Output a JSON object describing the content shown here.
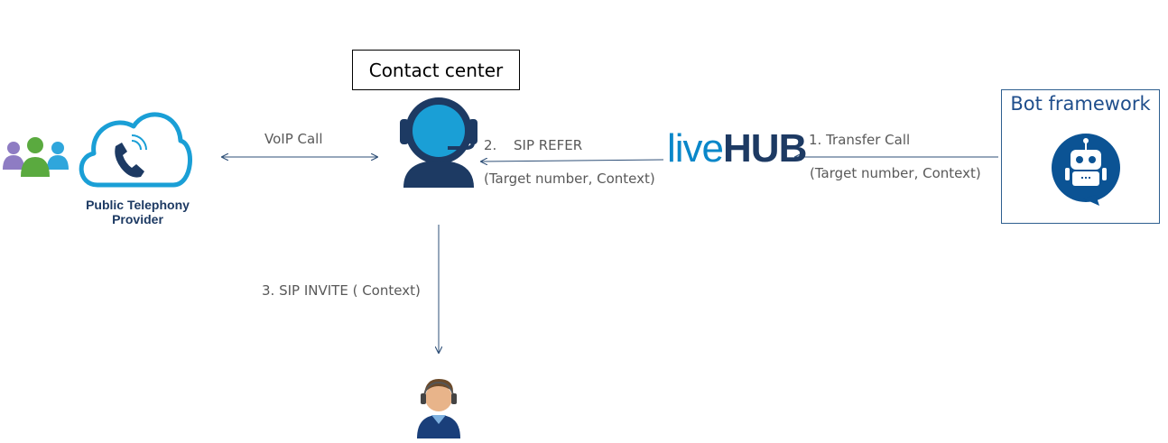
{
  "contact_center": {
    "title": "Contact center"
  },
  "bot_framework": {
    "title": "Bot framework"
  },
  "provider": {
    "line1": "Public Telephony",
    "line2": "Provider"
  },
  "logo": {
    "part1": "live",
    "part2": "HUB"
  },
  "edges": {
    "voip": "VoIP Call",
    "sip_refer_num": "2.",
    "sip_refer": "SIP REFER",
    "sip_refer_params": "(Target number, Context)",
    "transfer": "1. Transfer Call",
    "transfer_params": "(Target number, Context)",
    "invite": "3. SIP INVITE ( Context)"
  },
  "icons": {
    "users": "users-icon",
    "cloud_phone": "cloud-phone-icon",
    "agent_headset": "headset-agent-icon",
    "bot": "bot-icon",
    "human_agent": "human-agent-icon"
  },
  "colors": {
    "line": "#2e4f77",
    "cloud": "#1a9fd6",
    "navy": "#1d3a63",
    "bot_blue": "#0b5394"
  }
}
